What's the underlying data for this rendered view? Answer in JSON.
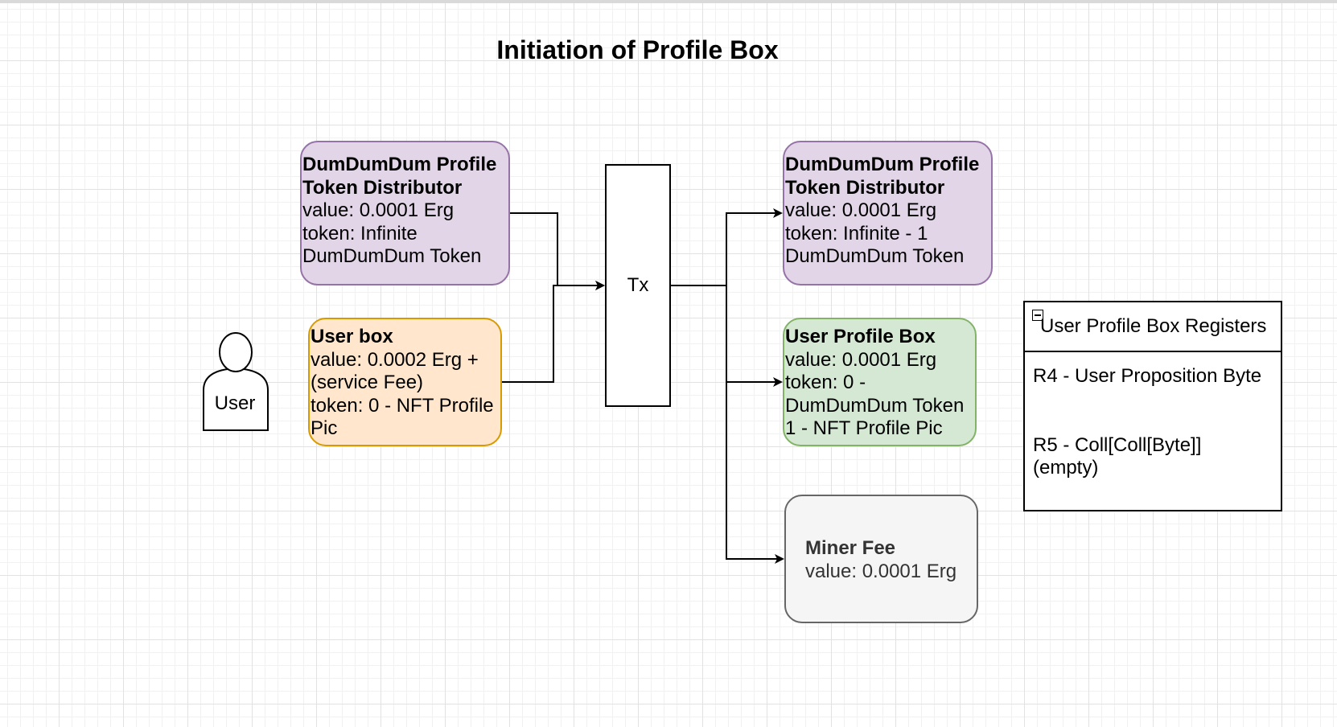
{
  "title": "Initiation of Profile Box",
  "actor": {
    "label": "User"
  },
  "tx": {
    "label": "Tx"
  },
  "inputs": {
    "distributor": {
      "lines": [
        "DumDumDum Profile",
        "Token Distributor",
        "value: 0.0001 Erg",
        "token: Infinite",
        "DumDumDum Token"
      ]
    },
    "user_box": {
      "lines": [
        "User box",
        "value: 0.0002 Erg +",
        "(service Fee)",
        "token: 0 - NFT Profile",
        "Pic"
      ]
    }
  },
  "outputs": {
    "distributor": {
      "lines": [
        "DumDumDum Profile",
        "Token Distributor",
        "value: 0.0001 Erg",
        "token: Infinite - 1",
        "DumDumDum Token"
      ]
    },
    "profile_box": {
      "lines": [
        "User Profile Box",
        "value: 0.0001 Erg",
        "token: 0 -",
        "DumDumDum Token",
        "1 - NFT Profile Pic"
      ]
    },
    "miner_fee": {
      "lines": [
        "Miner Fee",
        "value: 0.0001 Erg"
      ]
    }
  },
  "registers": {
    "title": "User Profile Box Registers",
    "r4": "R4 - User Proposition Byte",
    "r5_line1": "R5 - Coll[Coll[Byte]]",
    "r5_line2": "(empty)"
  },
  "colors": {
    "purple_fill": "#e1d5e7",
    "purple_stroke": "#9673a6",
    "orange_fill": "#ffe6cc",
    "orange_stroke": "#d79b00",
    "green_fill": "#d5e8d4",
    "green_stroke": "#82b366",
    "gray_fill": "#f5f5f5",
    "gray_stroke": "#666666"
  }
}
